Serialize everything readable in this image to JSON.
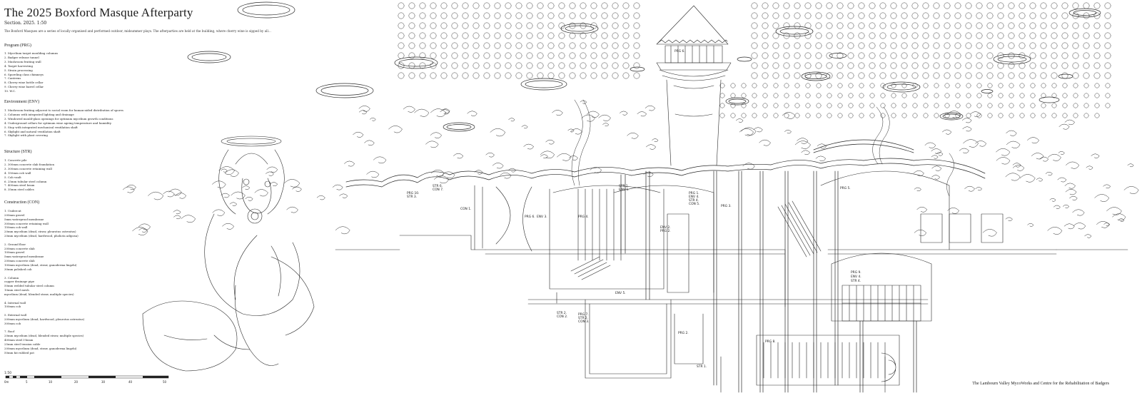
{
  "title": "The 2025 Boxford Masque Afterparty",
  "subtitle": "Section. 2025. 1:50",
  "intro": "The Boxford Masques are a series of locally organised and performed outdoor, midsummer plays. The afterparties are held at the building, where cherry wine is sipped by all...",
  "program": {
    "heading": "Program (PRG)",
    "items": [
      "1.   Mycelium target moulding columns",
      "2.   Badger release tunnel",
      "3.   Mushroom fruiting wall",
      "4.   Target harvesting",
      "5.   Strain processing",
      "6.   Sporeling class chimneys",
      "7.   Canteens",
      "8.   Cherry wine bottle cellar",
      "9.   Cherry wine barrel cellar",
      "10.   W.C."
    ]
  },
  "environment": {
    "heading": "Environment (ENV)",
    "items": [
      "1.  Mushroom fruiting adjacent to social room for human-aided distribution of spores",
      "2.  Columns with integrated lighting and drainage",
      "3.  Windowed mould-glass openings for optimum mycelium growth conditions",
      "4.  Underground cellars for optimum wine ageing temperature and humidity",
      "5.  Stop with integrated mechanical ventilation shaft",
      "6.  Skylight and natural ventilation shaft",
      "7.  Skylight with plant covering"
    ]
  },
  "structure": {
    "heading": "Structure (STR)",
    "items": [
      "1.  Concrete pile",
      "2.  300mm concrete slab foundation",
      "3.  300mm concrete retaining wall",
      "4.  150mm cob wall",
      "5.  Cob vault",
      "6.  25mm tubular steel column",
      "7.  400mm steel beam",
      "8.  35mm steel cables"
    ]
  },
  "construction": {
    "heading": "Construction (CON)",
    "items": [
      "1. Undercut",
      "200mm gravel",
      "5mm waterproof membrane",
      "300mm concrete retaining wall",
      "150mm cob wall",
      "20mm mycelium (dead, straw, pleurotus ostreatus)",
      "20mm mycelium (dead, hardwood, pholiota adiposa)",
      "",
      "2. Ground floor",
      "200mm concrete slab",
      "100mm gravel",
      "5mm waterproof membrane",
      "200mm concrete slab",
      "100mm mycelium (dead, straw, ganoderma lingzhi)",
      "30mm polished cob",
      "",
      "3. Column",
      "copper drainage pipe",
      "50mm welded tubular steel column",
      "10mm steel mesh",
      "mycelium (dead, blended straw, multiple species)",
      "",
      "4. Internal wall",
      "100mm cob",
      "",
      "5. External wall",
      "200mm mycelium (dead, hardwood, pleurotus ostreatus)",
      "300mm cob",
      "",
      "7. Roof",
      "20mm mycelium (dead, blended straw, multiple species)",
      "400mm steel I-beam",
      "25mm steel tension cable",
      "200mm mycelium (dead, straw, ganoderma lingzhi)",
      "50mm fat rubbed pot"
    ]
  },
  "scale_bar": {
    "label": "1:50",
    "ticks": [
      "0m",
      "5",
      "10",
      "20",
      "30",
      "40",
      "50"
    ]
  },
  "section_labels": [
    "PRG 10.",
    "STR 3.",
    "STR 6.",
    "CON 7.",
    "CON 1.",
    "PRG 4.",
    "STR 1.",
    "ENV 1.",
    "ENV 3.",
    "PRG 6.",
    "ENV 5.",
    "STR 2.",
    "CON 2.",
    "PRG 7.",
    "STR 2.",
    "CON 3.",
    "PRG 2.",
    "PRG 1.",
    "ENV 4.",
    "STR 4.",
    "CON 5.",
    "PRG 9.",
    "ENV 4.",
    "STR 4.",
    "PRG 8.",
    "PRG 3.",
    "PRG 5.",
    "ENV 2.",
    "PRG 2.",
    "STR 1."
  ],
  "footer": "The Lambourn Valley MycoWorks and Centre for the Rehabilitation of Badgers"
}
